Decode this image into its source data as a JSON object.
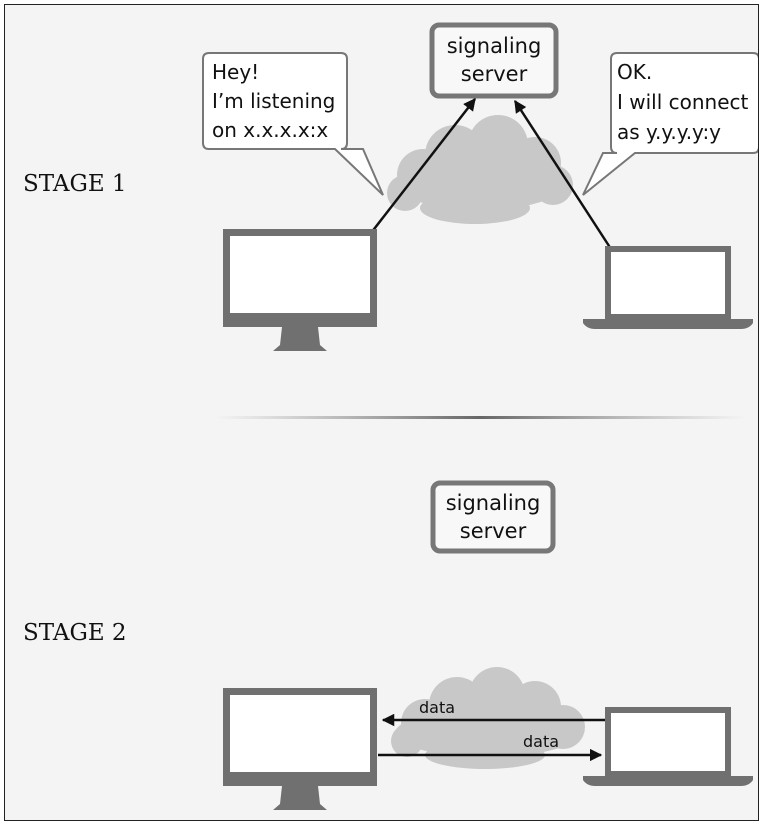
{
  "stage1": {
    "label": "STAGE 1",
    "server_lines": [
      "signaling",
      "server"
    ],
    "left_bubble_lines": [
      "Hey!",
      "I’m listening",
      "on x.x.x.x:x"
    ],
    "right_bubble_lines": [
      "OK.",
      "I will connect",
      "as y.y.y.y:y"
    ]
  },
  "stage2": {
    "label": "STAGE 2",
    "server_lines": [
      "signaling",
      "server"
    ],
    "data_left_label": "data",
    "data_right_label": "data"
  }
}
